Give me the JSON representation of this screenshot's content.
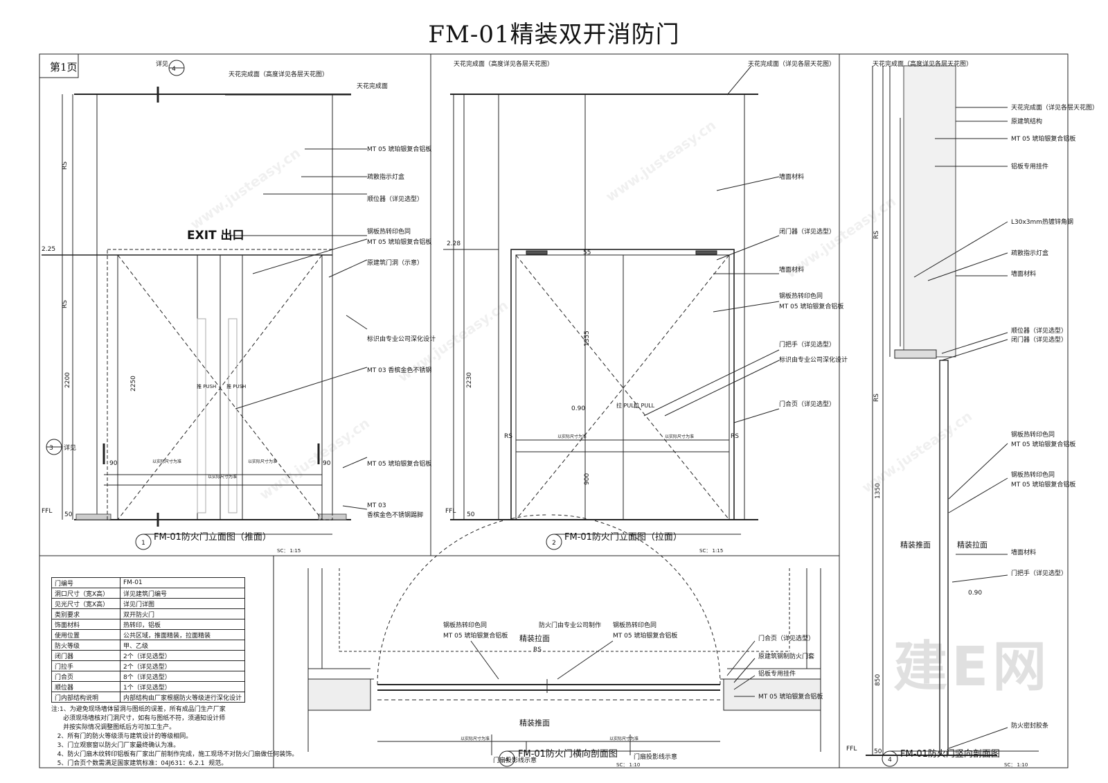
{
  "title": "FM-01精装双开消防门",
  "page_label": "第1页",
  "watermark": {
    "site": "www.justeasy.cn",
    "brand": "建E网"
  },
  "views": [
    {
      "num": "1",
      "title": "FM-01防火门立面图（推面）",
      "scale": "SC：  1:15"
    },
    {
      "num": "2",
      "title": "FM-01防火门立面图（拉面）",
      "scale": "SC：  1:15"
    },
    {
      "num": "4",
      "title": "FM-01防火门横向剖面图",
      "scale": "SC：  1:10"
    },
    {
      "num": "4",
      "title": "FM-01防火门竖向剖面图",
      "scale": "SC：  1:10"
    }
  ],
  "view1": {
    "exit_sign": "EXIT 出口",
    "section_ref_top": {
      "num": "4",
      "text": "详见"
    },
    "section_ref_left": {
      "num": "3",
      "text": "详见"
    },
    "push_label": "推 PUSH",
    "dims": {
      "total": "2200",
      "door": "2250",
      "side1": "90",
      "side2": "90",
      "lvl": "2.25",
      "ffl": "FFL",
      "base": "50",
      "rs": "RS"
    },
    "annotations": [
      "天花完成面（高度详见各层天花图）",
      "天花完成面",
      "MT 05  琥珀银复合铝板",
      "疏散指示灯盒",
      "顺位器（详见选型）",
      "钢板热转印色同",
      "MT 05  琥珀银复合铝板",
      "原建筑门洞（示意）",
      "标识由专业公司深化设计",
      "MT 03  香槟金色不锈钢",
      "MT 05  琥珀银复合铝板",
      "MT 03",
      "香槟金色不锈钢踢脚"
    ],
    "inner_label": "以实际尺寸为准"
  },
  "view2": {
    "pull_label": "拉 PULL",
    "dims": {
      "total": "2230",
      "upper": "1355",
      "lower": "900",
      "lvl": "2.28",
      "handle": "0.90",
      "top": "55",
      "ffl": "FFL",
      "base": "50",
      "rs": "RS"
    },
    "annotations": [
      "天花完成面（高度详见各层天花图）",
      "天花完成面（详见各层天花图）",
      "墙面材料",
      "闭门器（详见选型）",
      "墙面材料",
      "钢板热转印色同",
      "MT 05  琥珀银复合铝板",
      "门把手（详见选型）",
      "标识由专业公司深化设计",
      "门合页（详见选型）"
    ],
    "inner_label": "以实际尺寸为准"
  },
  "view3": {
    "annotations": [
      "天花完成面（高度详见各层天花图）",
      "天花完成面（详见各层天花图）",
      "原建筑结构",
      "MT 05  琥珀银复合铝板",
      "铝板专用挂件",
      "L30x3mm热镀锌角钢",
      "疏散指示灯盒",
      "墙面材料",
      "顺位器（详见选型）",
      "闭门器（详见选型）",
      "钢板热转印色同",
      "MT 05  琥珀银复合铝板",
      "钢板热转印色同",
      "MT 05  琥珀银复合铝板",
      "墙面材料",
      "门把手（详见选型）",
      "防火密封胶条"
    ],
    "push_side": "精装推面",
    "pull_side": "精装拉面",
    "dims": {
      "upper": "1350",
      "lower": "850",
      "handle": "0.90",
      "ffl": "FFL",
      "base": "50",
      "rs": "RS"
    }
  },
  "view4": {
    "annotations": [
      "钢板热转印色同",
      "MT 05  琥珀银复合铝板",
      "防火门由专业公司制作",
      "钢板热转印色同",
      "MT 05  琥珀银复合铝板",
      "门合页（详见选型）",
      "原建筑钢制防火门套",
      "铝板专用挂件",
      "MT 05  琥珀银复合铝板",
      "门扇投影线示意",
      "门扇投影线示意"
    ],
    "pull_side": "精装拉面",
    "push_side": "精装推面",
    "inner_label": "以实际尺寸为准",
    "rs": "RS"
  },
  "spec_table": [
    [
      "门编号",
      "FM-01"
    ],
    [
      "洞口尺寸（宽X高）",
      "详见建筑门编号"
    ],
    [
      "见光尺寸（宽X高）",
      "详见门详图"
    ],
    [
      "类别要求",
      "双开防火门"
    ],
    [
      "饰面材料",
      "热转印，铝板"
    ],
    [
      "使用位置",
      "公共区域，推面精装，拉面精装"
    ],
    [
      "防火等级",
      "甲、乙级"
    ],
    [
      "闭门器",
      "2个（详见选型）"
    ],
    [
      "门拉手",
      "2个（详见选型）"
    ],
    [
      "门合页",
      "8个（详见选型）"
    ],
    [
      "顺位器",
      "1个（详见选型）"
    ],
    [
      "门内部结构说明",
      "内部结构由厂家根据防火等级进行深化设计"
    ]
  ],
  "notes": [
    "注:1、为避免现场墙体留洞与图纸的误差，所有成品门生产厂家",
    "      必须现场墙核对门洞尺寸，如有与图纸不符，须通知设计师",
    "      并按实际情况调整图纸后方可加工生产。",
    "   2、所有门的防火等级须与建筑设计的等级相同。",
    "   3、门立观察窗以防火门厂家最终确认为准。",
    "   4、防火门扇木纹转印铝板有厂家出厂前制作完成，施工现场不对防火门扇做任何装饰。",
    "   5、门合页个数需满足国家建筑标准：04J631：6.2.1  规范。"
  ]
}
